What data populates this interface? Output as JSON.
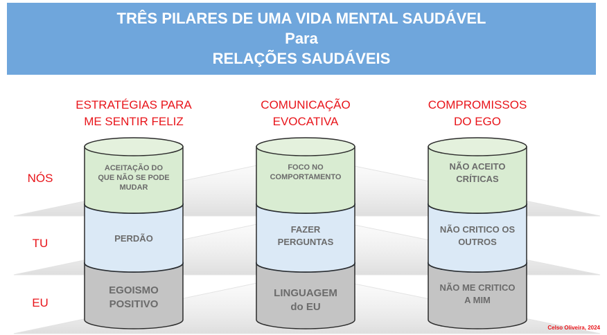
{
  "title": {
    "line1": "TRÊS PILARES DE UMA VIDA MENTAL SAUDÁVEL",
    "line2": "Para",
    "line3": "RELAÇÕES SAUDÁVEIS"
  },
  "columns": [
    {
      "heading_line1": "ESTRATÉGIAS PARA",
      "heading_line2": "ME SENTIR FELIZ"
    },
    {
      "heading_line1": "COMUNICAÇÃO",
      "heading_line2": "EVOCATIVA"
    },
    {
      "heading_line1": "COMPROMISSOS",
      "heading_line2": "DO EGO"
    }
  ],
  "rows": [
    "NÓS",
    "TU",
    "EU"
  ],
  "cells": {
    "c1": {
      "top": [
        "ACEITAÇÃO DO",
        "QUE NÃO SE PODE",
        "MUDAR"
      ],
      "mid": [
        "PERDÃO"
      ],
      "bottom": [
        "EGOISMO",
        "POSITIVO"
      ]
    },
    "c2": {
      "top": [
        "FOCO NO",
        "COMPORTAMENTO"
      ],
      "mid": [
        "FAZER",
        "PERGUNTAS"
      ],
      "bottom": [
        "LINGUAGEM",
        "do EU"
      ]
    },
    "c3": {
      "top": [
        "NÃO ACEITO",
        "CRÍTICAS"
      ],
      "mid": [
        "NÃO CRITICO OS",
        "OUTROS"
      ],
      "bottom": [
        "NÃO ME CRITICO",
        "A MIM"
      ]
    }
  },
  "colors": {
    "banner": "#6fa6dc",
    "accent_red": "#e8141a",
    "layer_green": "#d9ecd2",
    "layer_blue": "#dbe9f6",
    "layer_gray": "#c9c9c9",
    "rim_dark": "#1f3a55"
  },
  "credit": "Celso Oliveira, 2024"
}
